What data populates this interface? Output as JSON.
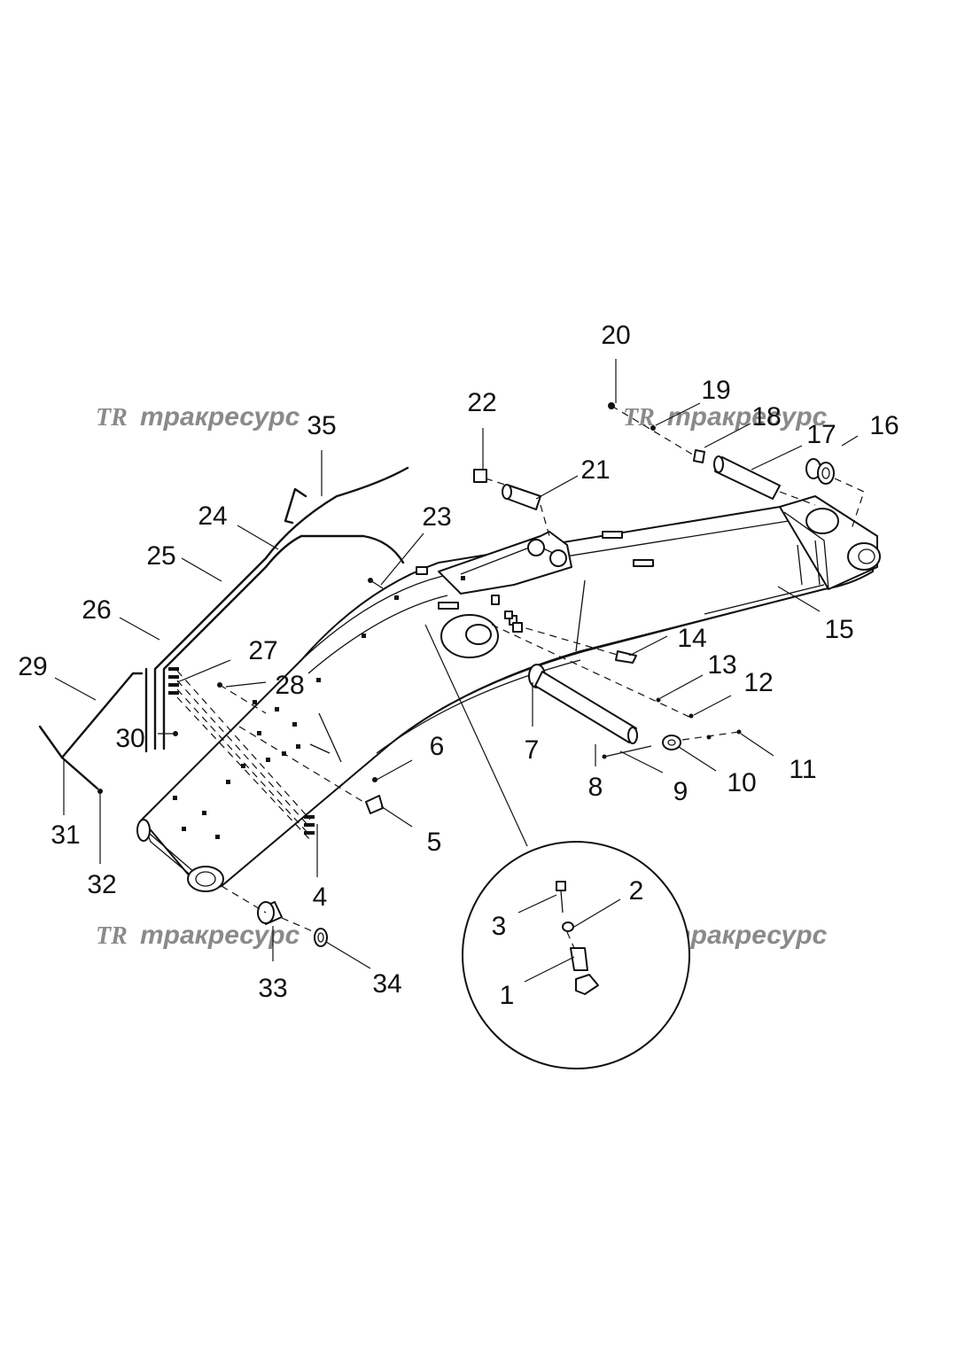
{
  "watermark": {
    "brand": "тракресурс",
    "logo": "TR",
    "color": "#8a8a8a"
  },
  "callouts": [
    "1",
    "2",
    "3",
    "4",
    "5",
    "6",
    "7",
    "8",
    "9",
    "10",
    "11",
    "12",
    "13",
    "14",
    "15",
    "16",
    "17",
    "18",
    "19",
    "20",
    "21",
    "22",
    "23",
    "24",
    "25",
    "26",
    "27",
    "28",
    "29",
    "30",
    "31",
    "32",
    "33",
    "34",
    "35"
  ]
}
